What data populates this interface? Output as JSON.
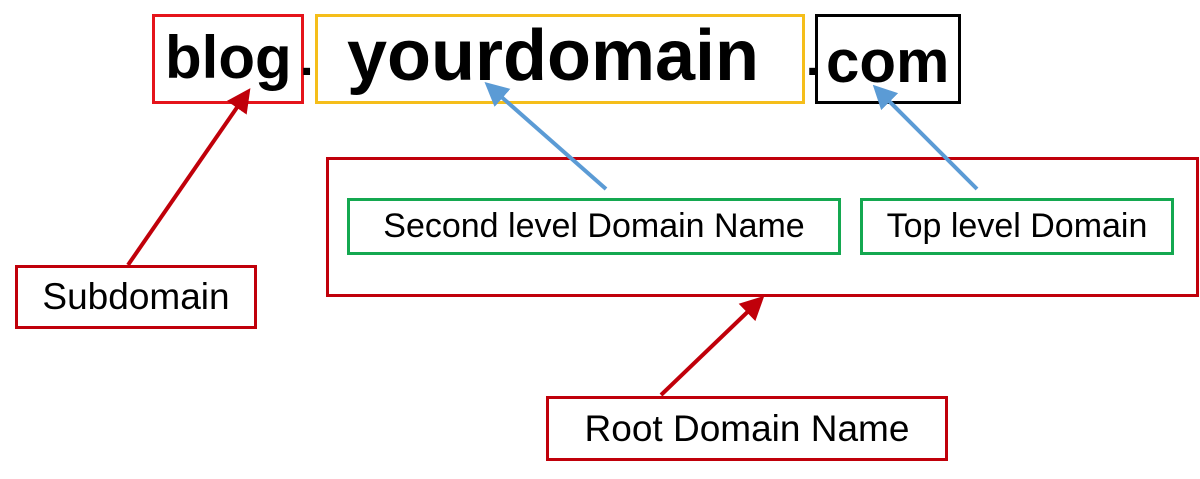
{
  "domain_parts": {
    "subdomain": "blog",
    "dot_1": ".",
    "second_level": "yourdomain",
    "dot_2": ".",
    "tld": "com"
  },
  "labels": {
    "subdomain": "Subdomain",
    "second_level_domain": "Second level Domain Name",
    "top_level_domain": "Top level Domain",
    "root_domain": "Root Domain Name"
  },
  "colors": {
    "subdomain_box": "#e5141b",
    "second_level_box": "#f5be1a",
    "tld_box": "#000000",
    "label_box_red": "#c0000a",
    "label_box_green": "#14a850",
    "arrow_red": "#c0000a",
    "arrow_blue": "#5b9bd5"
  }
}
